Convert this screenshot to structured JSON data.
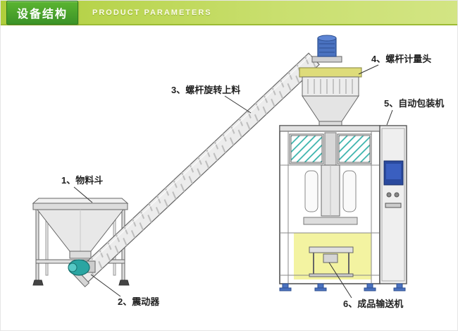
{
  "header": {
    "title": "设备结构",
    "subtitle": "PRODUCT  PARAMETERS",
    "colors": {
      "strip": "#afce3c",
      "title_bg": "#3c9327",
      "title_text": "#ffffff",
      "subtitle_text": "#fdfcea"
    }
  },
  "diagram": {
    "labels": [
      {
        "id": 1,
        "text": "1、物料斗"
      },
      {
        "id": 2,
        "text": "2、震动器"
      },
      {
        "id": 3,
        "text": "3、螺杆旋转上料"
      },
      {
        "id": 4,
        "text": "4、螺杆计量头"
      },
      {
        "id": 5,
        "text": "5、自动包装机"
      },
      {
        "id": 6,
        "text": "6、成品输送机"
      }
    ],
    "parts": [
      "material-hopper",
      "vibrator",
      "screw-feeder-tube",
      "screw-metering-head",
      "auto-packaging-machine",
      "finished-product-conveyor"
    ],
    "colors": {
      "machine_body": "#ededed",
      "outline": "#5a5a5a",
      "vibrator_teal": "#2aa5a2",
      "roller_stripes": "#3ab3ac",
      "motor_blue": "#4a72c0",
      "conveyor_highlight": "#f3f3a1",
      "hopper_rim_yellow": "#dedc7a",
      "screen_navy": "#2a4a9e",
      "feet_blue": "#4a72c0"
    }
  }
}
